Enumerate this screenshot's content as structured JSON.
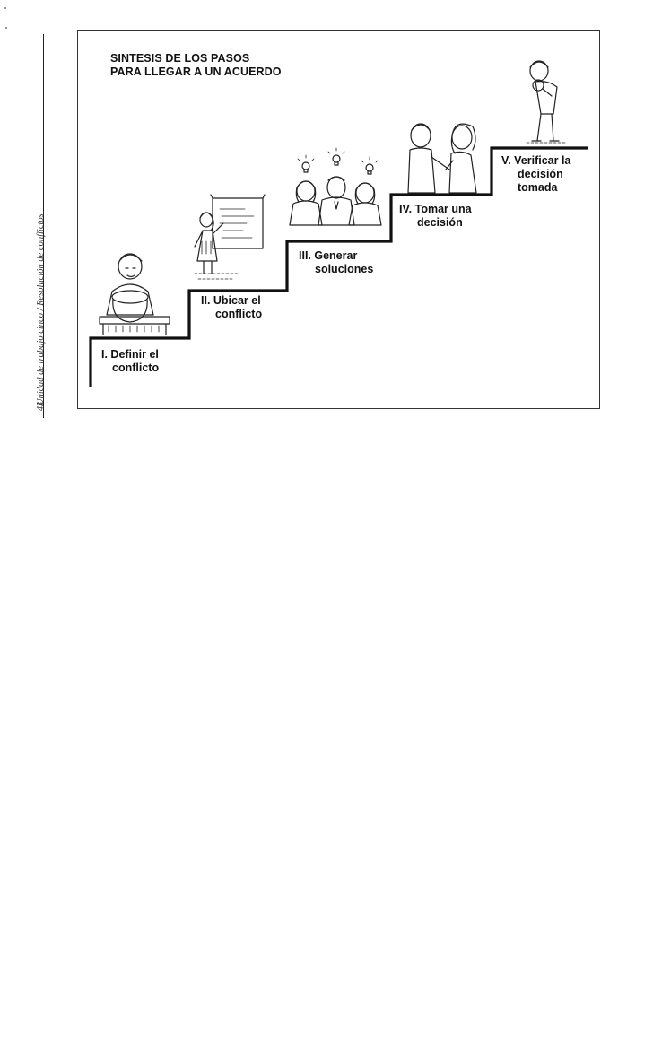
{
  "page": {
    "side_caption": "Unidad de trabajo cinco / Resolución de conflictos",
    "page_number": "43"
  },
  "diagram": {
    "title_line1": "SINTESIS DE LOS PASOS",
    "title_line2": "PARA LLEGAR A UN ACUERDO",
    "steps": [
      {
        "line1": "I. Definir el",
        "line2": "conflicto"
      },
      {
        "line1": "II. Ubicar el",
        "line2": "conflicto"
      },
      {
        "line1": "III. Generar",
        "line2": "soluciones"
      },
      {
        "line1": "IV. Tomar una",
        "line2": "decisión"
      },
      {
        "line1": "V. Verificar la",
        "line2": "decisión",
        "line3": "tomada"
      }
    ]
  }
}
